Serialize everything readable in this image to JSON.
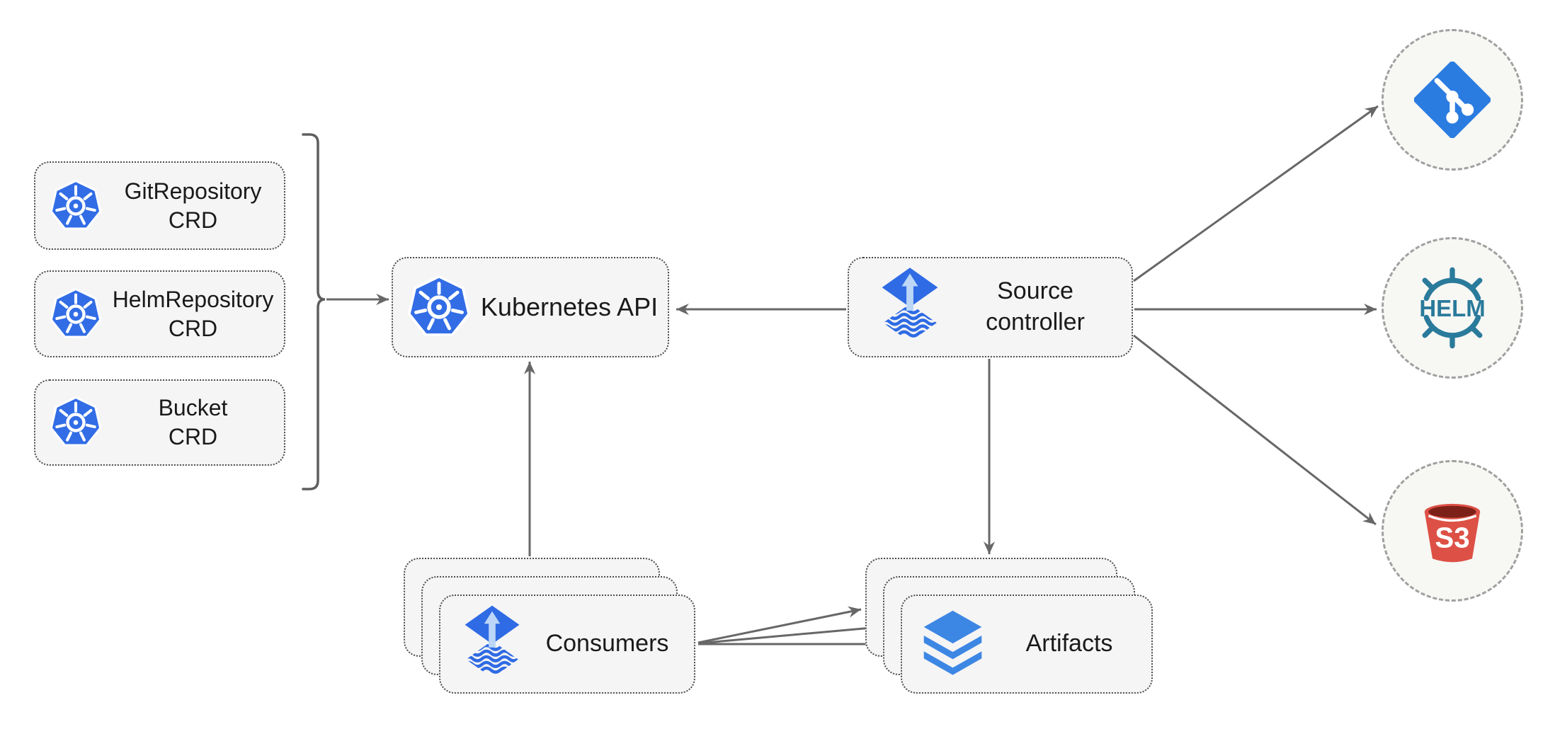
{
  "diagram": {
    "nodes": {
      "crds": [
        {
          "line1": "GitRepository",
          "line2": "CRD"
        },
        {
          "line1": "HelmRepository",
          "line2": "CRD"
        },
        {
          "line1": "Bucket",
          "line2": "CRD"
        }
      ],
      "kubernetes_api": {
        "label": "Kubernetes API"
      },
      "source_controller": {
        "line1": "Source",
        "line2": "controller"
      },
      "consumers": {
        "label": "Consumers"
      },
      "artifacts": {
        "label": "Artifacts"
      },
      "git": {
        "icon": "git-icon"
      },
      "helm": {
        "label": "HELM"
      },
      "s3": {
        "label": "S3"
      }
    },
    "edges": [
      {
        "from": "crd-group-bracket",
        "to": "kubernetes-api"
      },
      {
        "from": "source-controller",
        "to": "kubernetes-api"
      },
      {
        "from": "consumers",
        "to": "kubernetes-api"
      },
      {
        "from": "source-controller",
        "to": "artifacts"
      },
      {
        "from": "source-controller",
        "to": "git"
      },
      {
        "from": "source-controller",
        "to": "helm"
      },
      {
        "from": "source-controller",
        "to": "s3"
      },
      {
        "from": "consumers",
        "to": "artifacts-back"
      },
      {
        "from": "consumers",
        "to": "artifacts-middle"
      },
      {
        "from": "consumers",
        "to": "artifacts-front"
      }
    ],
    "colors": {
      "kubernetes_blue": "#326de6",
      "flux_blue": "#2f6be4",
      "flux_arrow_light": "#bcd6f7",
      "layers_blue": "#3d87e4",
      "git_blue": "#2b7ce0",
      "helm_teal": "#2a7a9b",
      "s3_red": "#dd5045",
      "s3_dark_red": "#7d2018",
      "node_fill": "#f5f5f5",
      "circle_fill": "#f7f7f4",
      "dotted_border": "#4d4d4d",
      "dashed_border": "#a0a0a0",
      "arrow_gray": "#676767",
      "text": "#1a1a1a"
    }
  }
}
